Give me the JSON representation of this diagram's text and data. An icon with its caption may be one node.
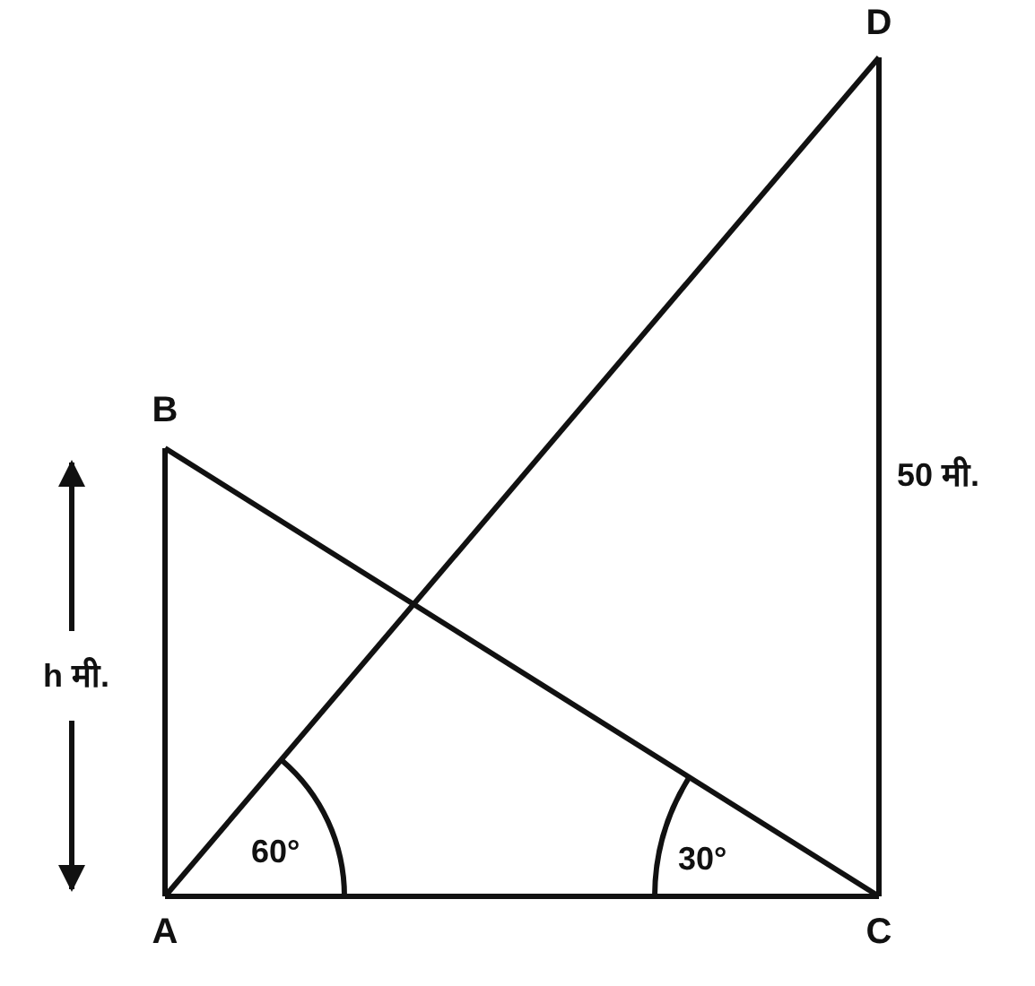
{
  "diagram": {
    "nodes": [
      {
        "text": [
          "A"
        ]
      },
      {
        "text": [
          "B"
        ]
      },
      {
        "text": [
          "C"
        ]
      },
      {
        "text": [
          "D"
        ]
      }
    ],
    "edges": [
      {
        "from": 0,
        "to": 1,
        "arrow": "none"
      },
      {
        "from": 1,
        "to": 2,
        "arrow": "none"
      },
      {
        "from": 0,
        "to": 2,
        "arrow": "none"
      },
      {
        "from": 0,
        "to": 3,
        "arrow": "none"
      },
      {
        "from": 3,
        "to": 2,
        "arrow": "none"
      }
    ],
    "labels": [
      "h मी.",
      "50 मी.",
      "60°",
      "30°"
    ]
  }
}
